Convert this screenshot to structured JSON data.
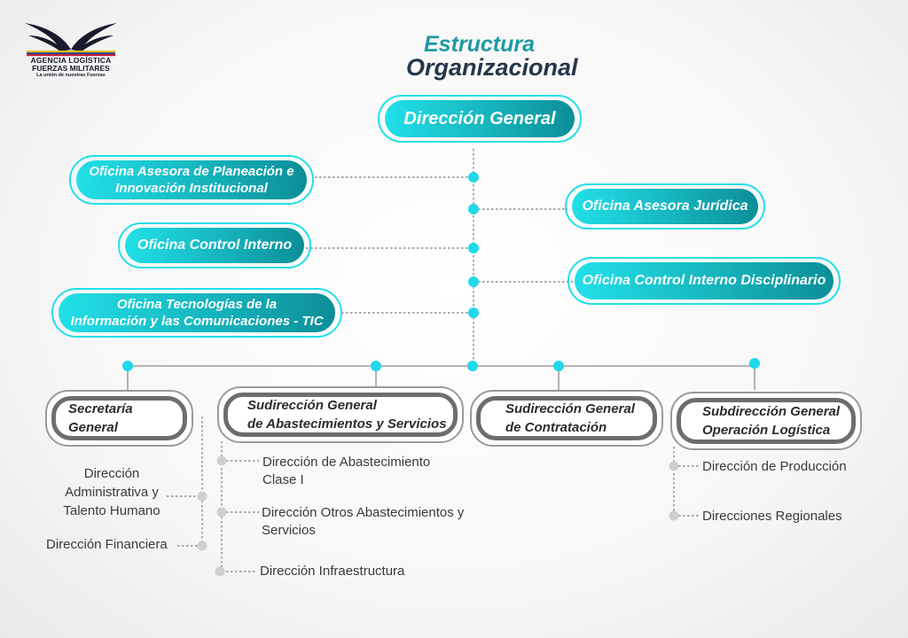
{
  "logo": {
    "line1": "AGENCIA LOGÍSTICA",
    "line2": "FUERZAS MILITARES",
    "line3": "La unión de nuestras Fuerzas",
    "icon": "eagle-wings-icon",
    "colors": [
      "#f4c20d",
      "#1b3f8f",
      "#c8102e"
    ]
  },
  "title": {
    "line1": "Estructura",
    "line2": "Organizacional"
  },
  "nodes": {
    "direccion_general": "Dirección General",
    "planeacion": [
      "Oficina Asesora de Planeación e",
      "Innovación Institucional"
    ],
    "control_interno": "Oficina Control Interno",
    "tic": [
      "Oficina Tecnologías de la",
      "Información y las Comunicaciones - TIC"
    ],
    "juridica": "Oficina Asesora Jurídica",
    "disciplinario": "Oficina Control Interno Disciplinario",
    "secretaria": "Secretaría General",
    "abastecimientos": [
      "Sudirección General",
      "de Abastecimientos y Servicios"
    ],
    "contratacion": [
      "Sudirección General",
      "de Contratación"
    ],
    "operacion": [
      "Subdirección General",
      "Operación Logística"
    ]
  },
  "sub": {
    "secretaria": [
      [
        "Dirección",
        "Administrativa y",
        "Talento Humano"
      ],
      [
        "Dirección Financiera"
      ]
    ],
    "abastecimientos": [
      [
        "Dirección de Abastecimiento",
        "Clase I"
      ],
      [
        "Dirección Otros Abastecimientos y",
        "Servicios"
      ],
      [
        "Dirección Infraestructura"
      ]
    ],
    "operacion": [
      [
        "Dirección de Producción"
      ],
      [
        "Direcciones Regionales"
      ]
    ]
  },
  "colors": {
    "teal": "#16b4bd",
    "cyan": "#20e0e8",
    "navy": "#26354a",
    "gray": "#6d6d6d"
  }
}
